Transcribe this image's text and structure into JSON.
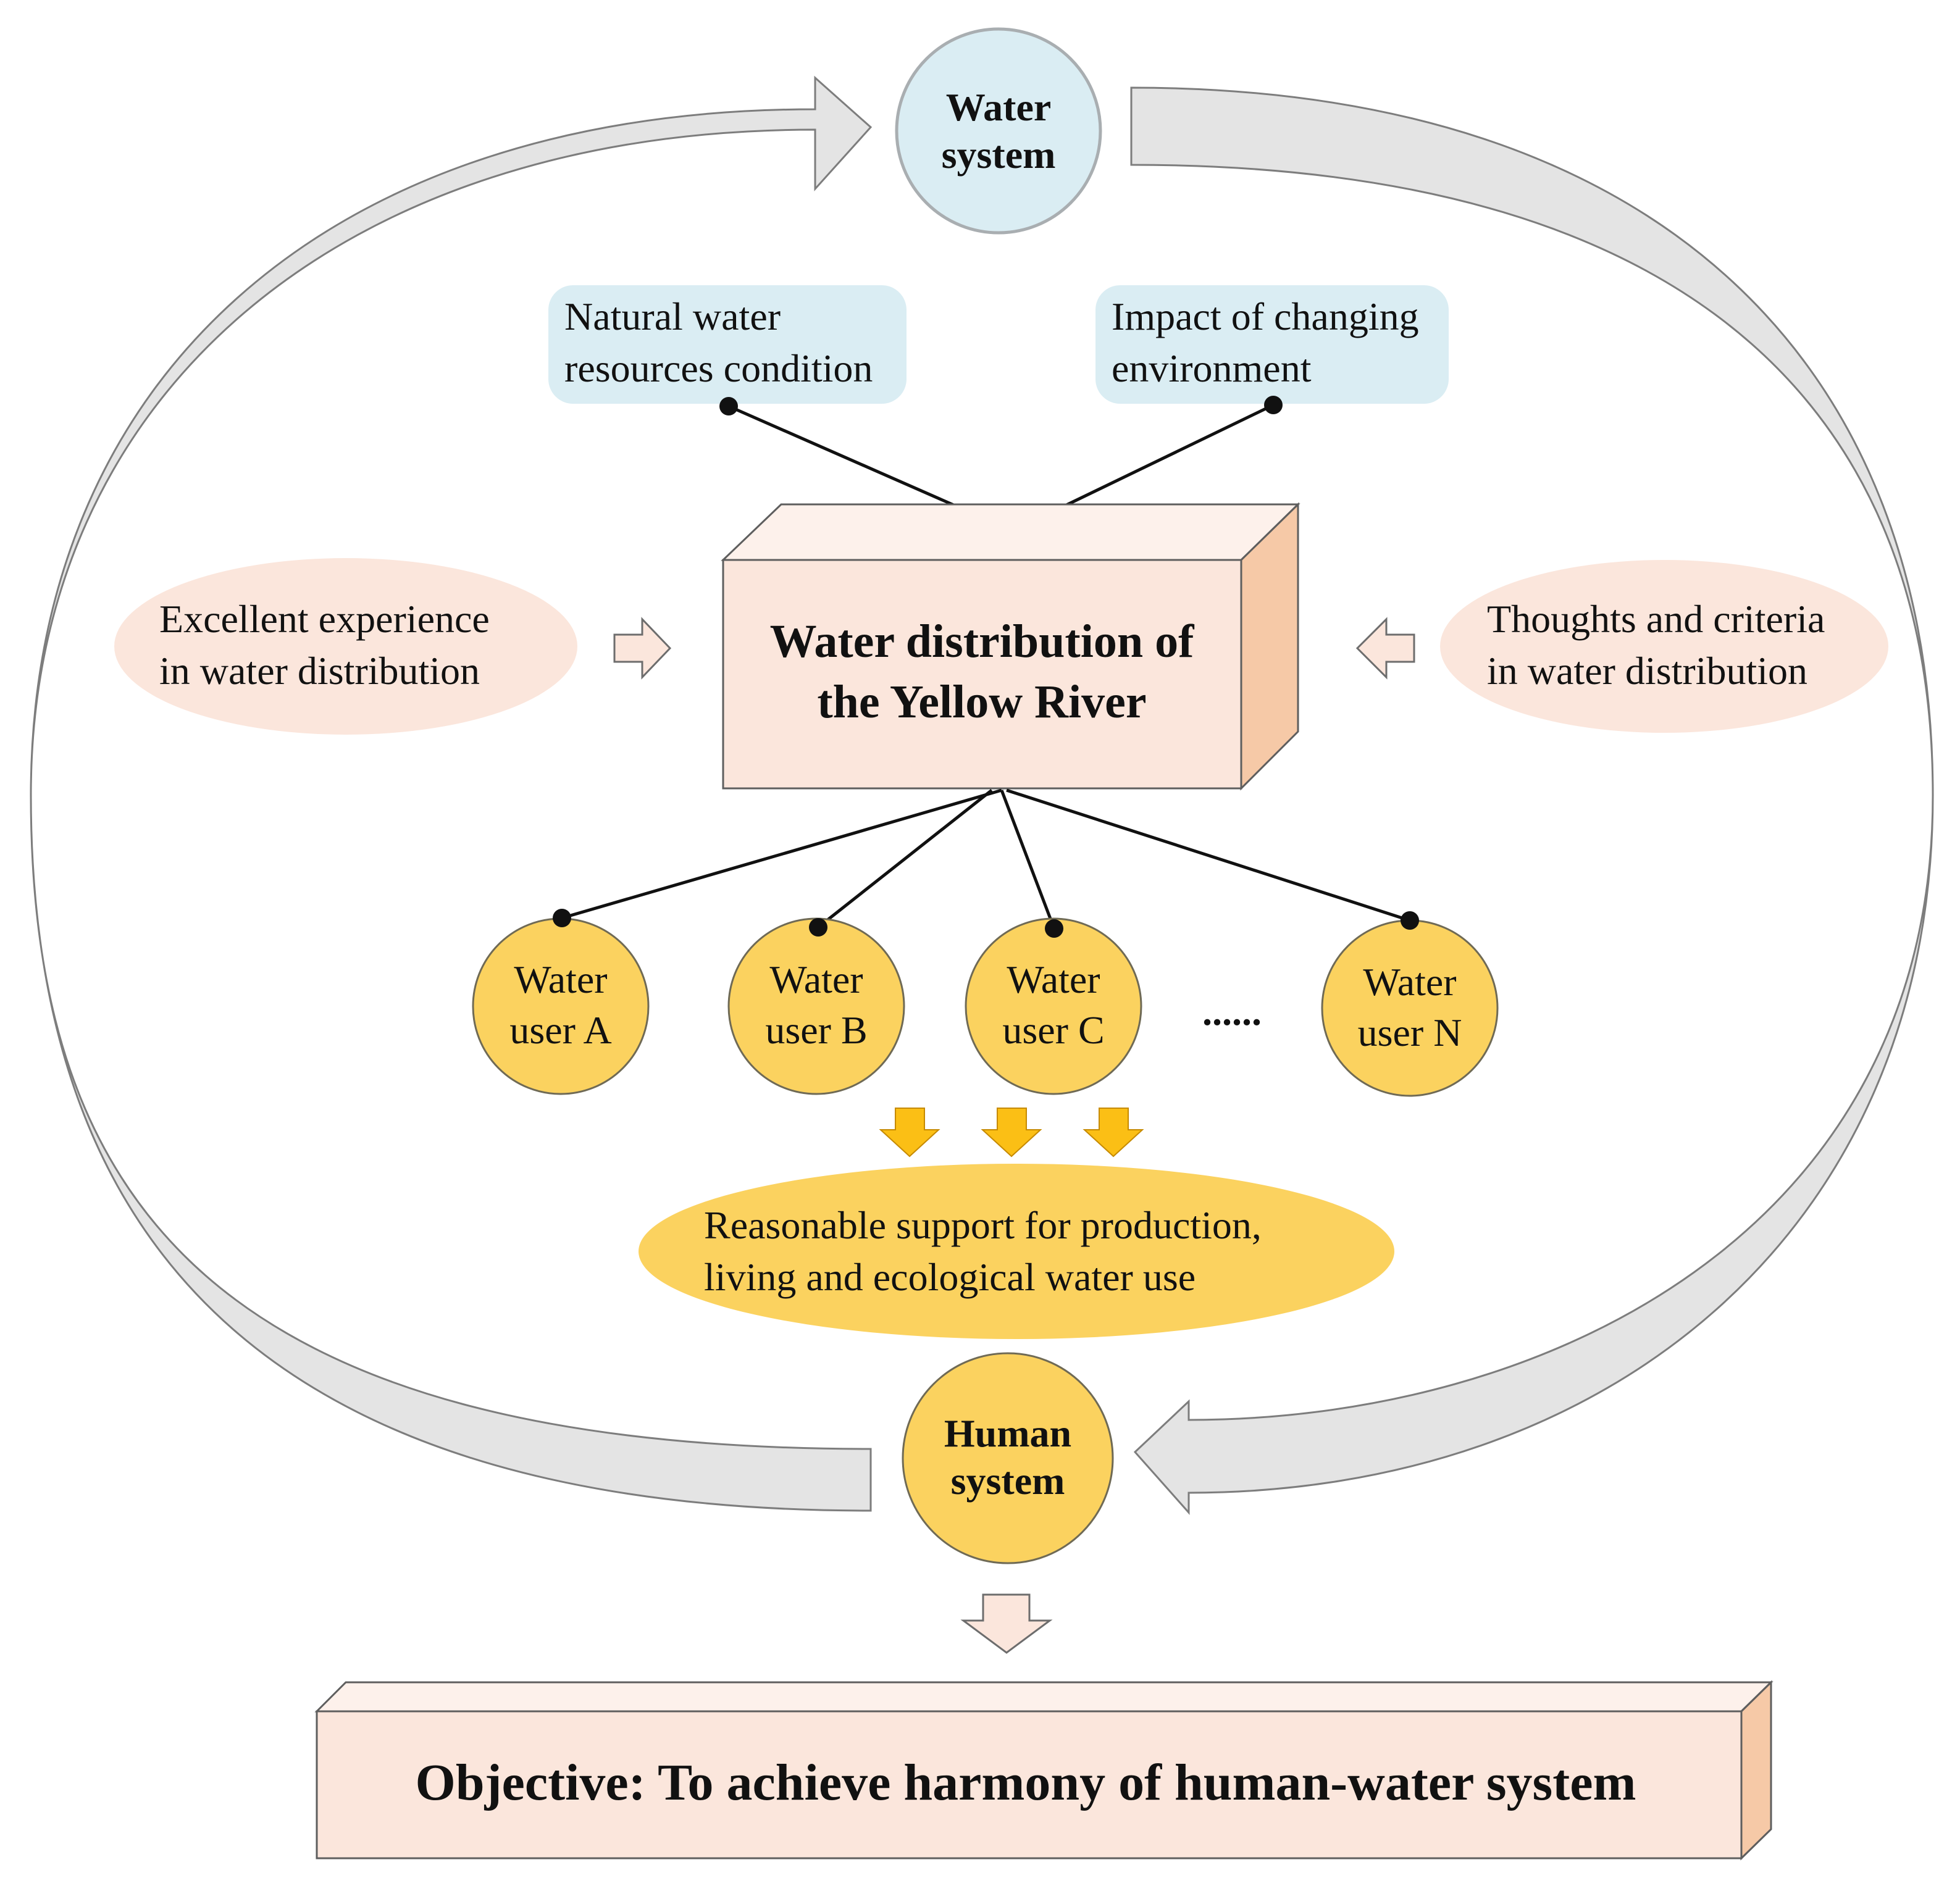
{
  "colors": {
    "blue_fill": "#daedf3",
    "blue_stroke": "#a9aeb1",
    "peach_fill": "#fbe6dc",
    "peach_side": "#f6c9a7",
    "peach_top": "#fdf1eb",
    "gold_fill": "#fbd25f",
    "gold_stroke": "#6f6a55",
    "gold_arrow": "#fbbf15",
    "grey_arrow": "#e4e4e4",
    "line": "#111111"
  },
  "water_system": {
    "line1": "Water",
    "line2": "system"
  },
  "human_system": {
    "line1": "Human",
    "line2": "system"
  },
  "factors": {
    "natural": {
      "line1": "Natural water",
      "line2": "resources condition"
    },
    "changing": {
      "line1": "Impact of changing",
      "line2": "environment"
    }
  },
  "side_inputs": {
    "experience": {
      "line1": "Excellent experience",
      "line2": "in water distribution"
    },
    "thoughts": {
      "line1": "Thoughts and criteria",
      "line2": "in water distribution"
    }
  },
  "center_box": {
    "line1": "Water distribution of",
    "line2": "the Yellow River"
  },
  "water_users": [
    {
      "line1": "Water",
      "line2": "user A"
    },
    {
      "line1": "Water",
      "line2": "user B"
    },
    {
      "line1": "Water",
      "line2": "user C"
    },
    {
      "line1": "Water",
      "line2": "user N"
    }
  ],
  "ellipsis": "......",
  "support": {
    "line1": "Reasonable support for production,",
    "line2": "living and ecological water use"
  },
  "objective": {
    "text": "Objective: To achieve harmony of human-water system"
  }
}
